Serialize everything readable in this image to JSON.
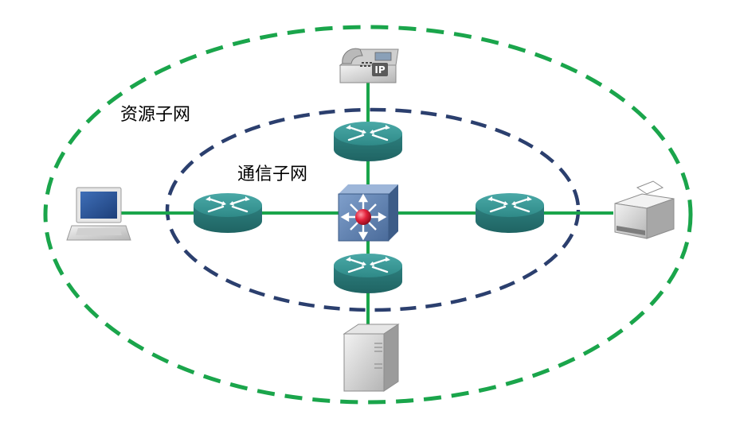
{
  "labels": {
    "resource_subnet": "资源子网",
    "communication_subnet": "通信子网"
  },
  "devices": {
    "ip_phone_badge": "IP"
  },
  "colors": {
    "outer_ring": "#1aa54b",
    "inner_ring": "#2b3f6e",
    "link": "#1aa54b",
    "router_body": "#2f8a8a",
    "router_top": "#3f9e9c",
    "switch_body": "#5b7fad"
  }
}
